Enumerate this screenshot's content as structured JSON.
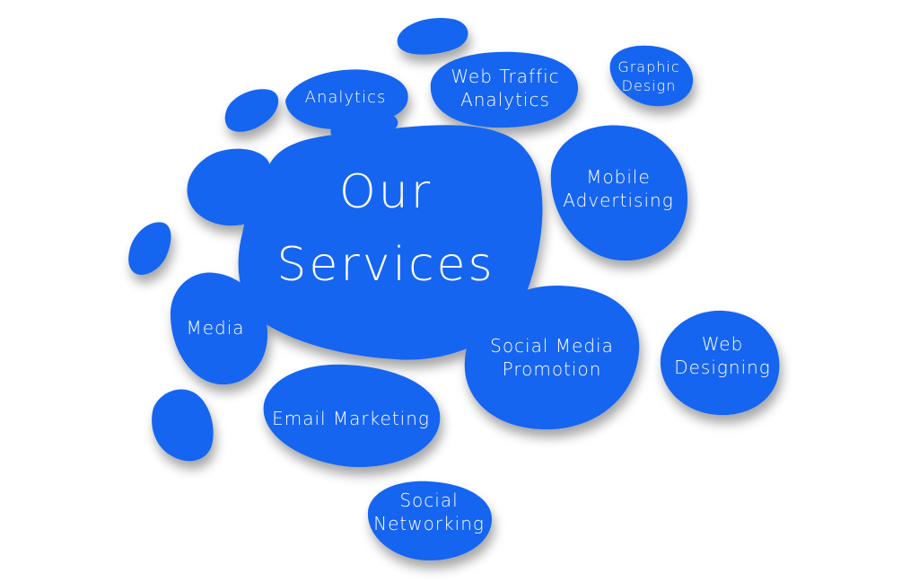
{
  "colors": {
    "blob": "#1565f0",
    "text": "#ffffff",
    "background": "#ffffff"
  },
  "center": {
    "title": "Our\nServices"
  },
  "services": {
    "analytics": "Analytics",
    "web_traffic_analytics": "Web Traffic\nAnalytics",
    "graphic_design": "Graphic\nDesign",
    "mobile_advertising": "Mobile\nAdvertising",
    "media": "Media",
    "social_media_promotion": "Social Media\nPromotion",
    "web_designing": "Web\nDesigning",
    "email_marketing": "Email Marketing",
    "social_networking": "Social\nNetworking"
  }
}
